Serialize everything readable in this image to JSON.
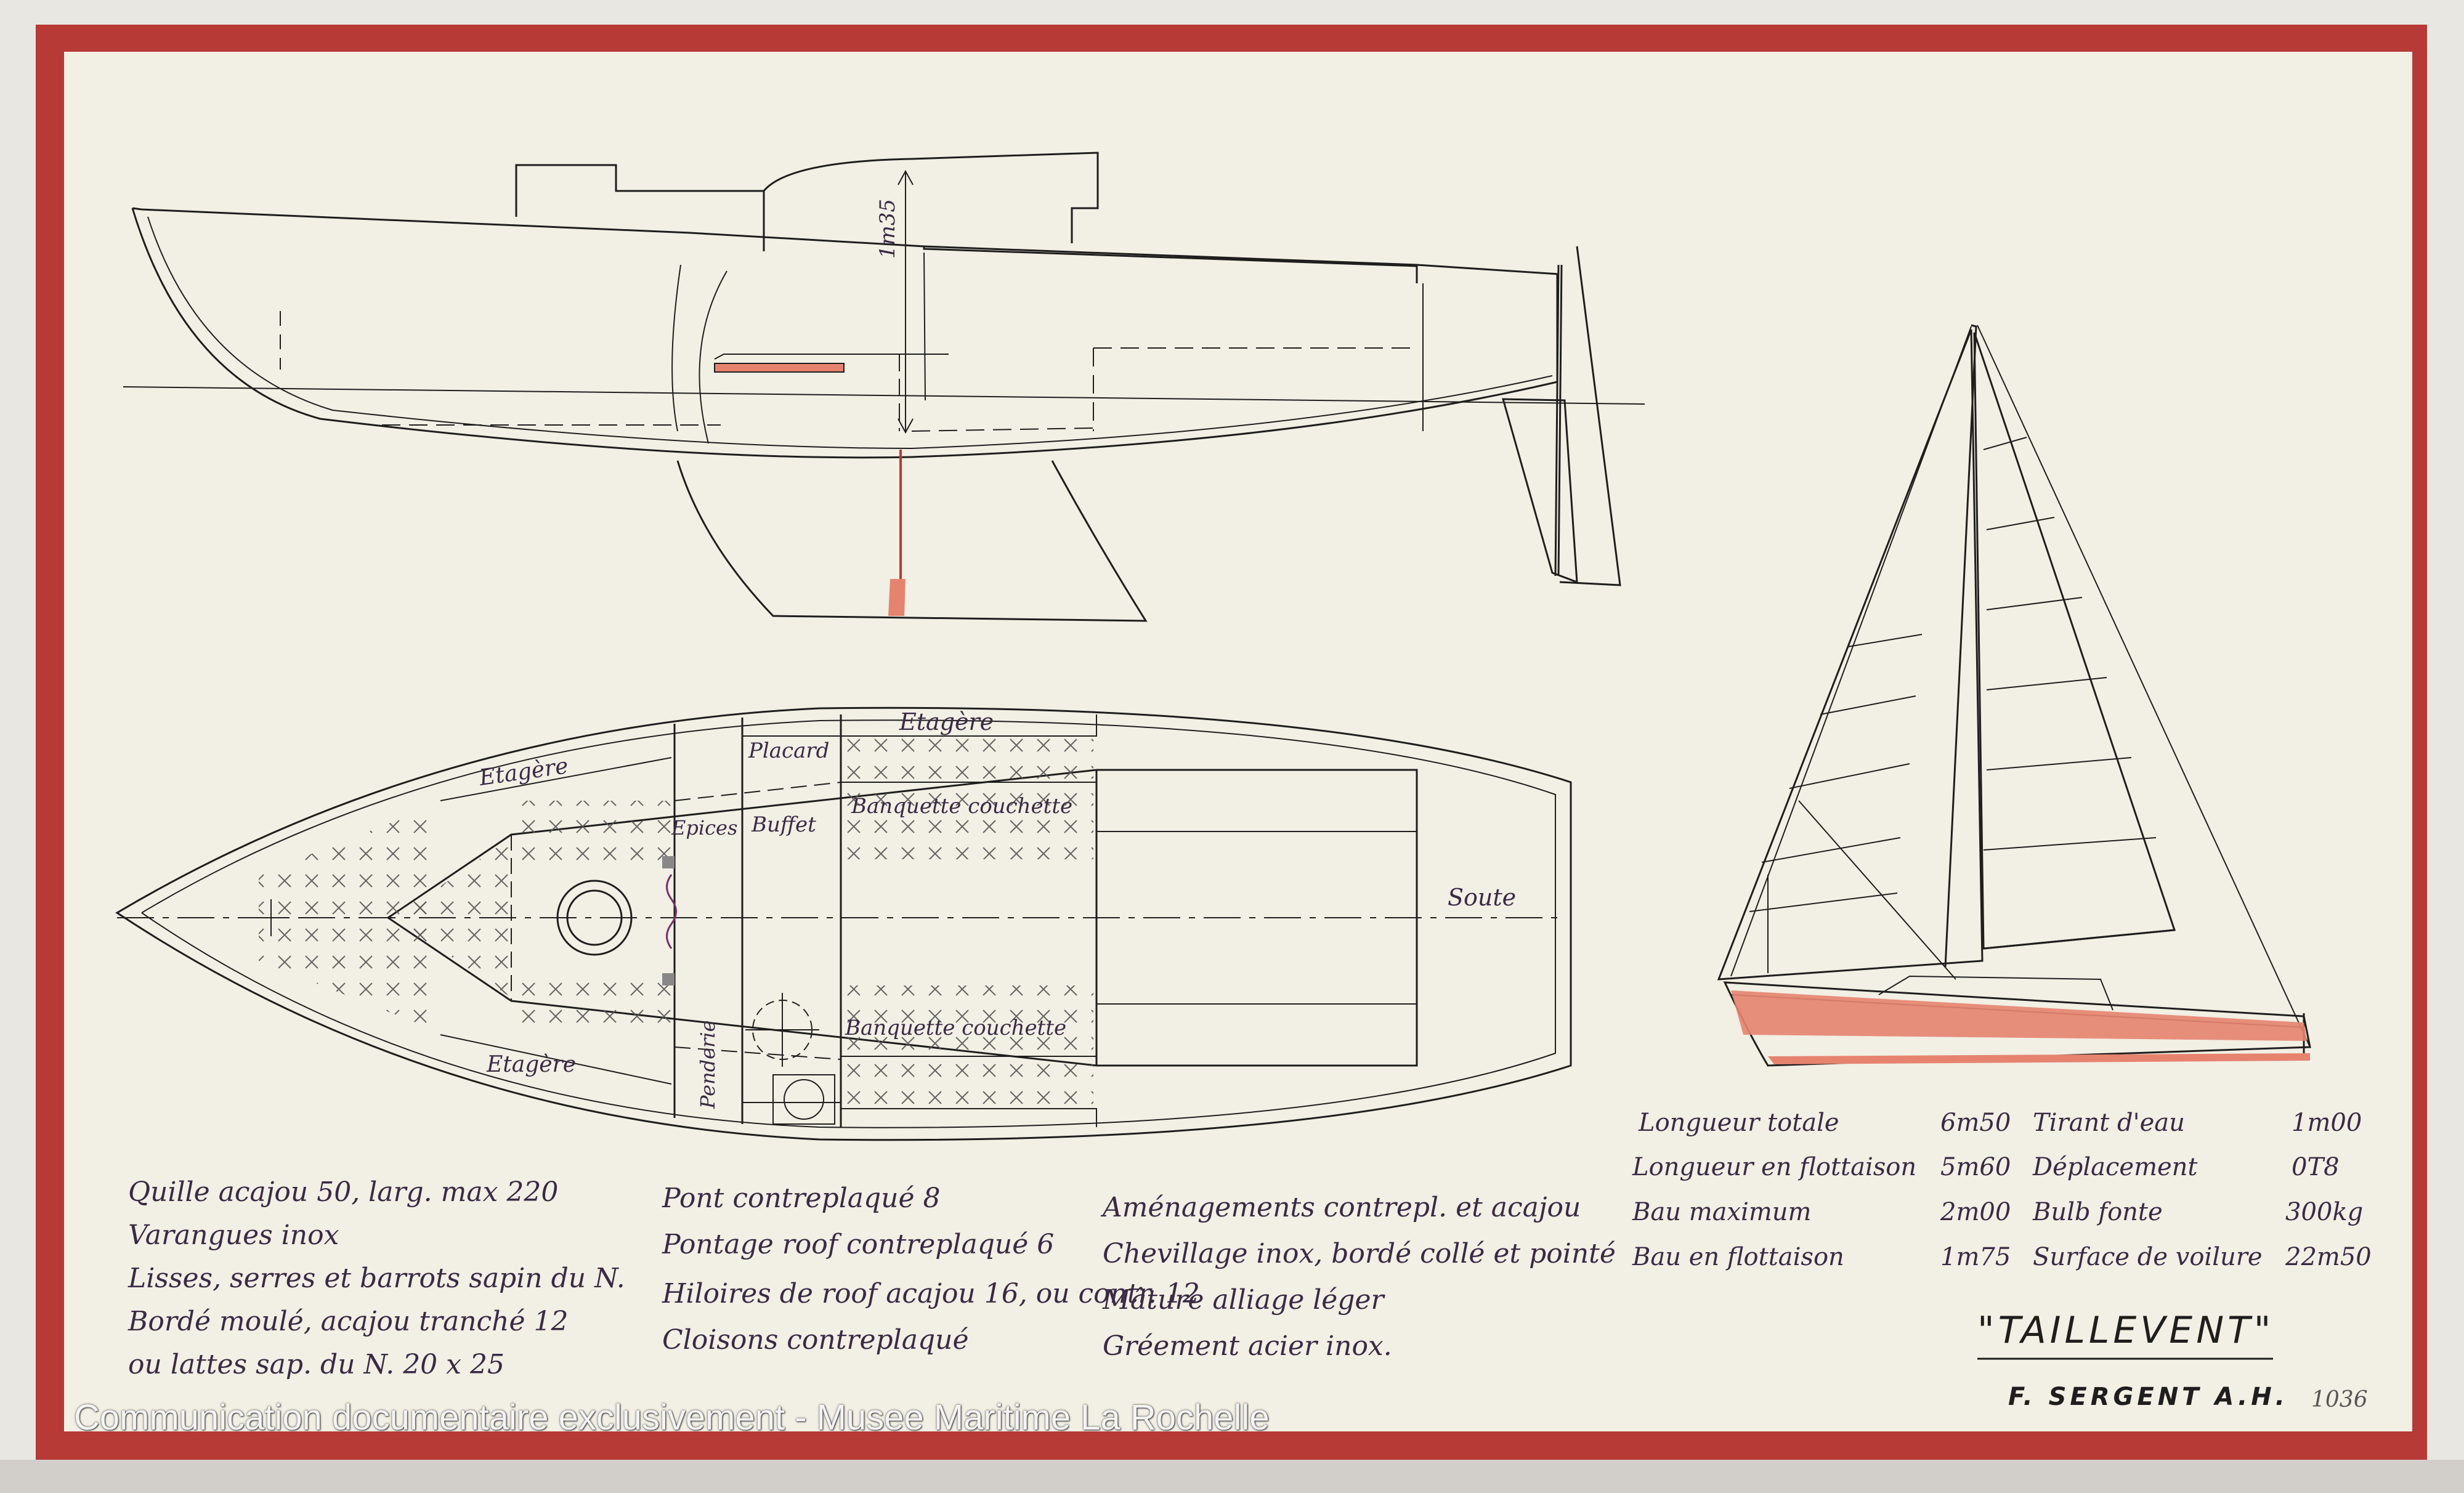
{
  "profile": {
    "height_dim": "1m35"
  },
  "plan_labels": {
    "etagere_top": "Etagère",
    "placard": "Placard",
    "etagere_left_top": "Etagère",
    "epices": "Epices",
    "buffet": "Buffet",
    "banquette_top": "Banquette couchette",
    "soute": "Soute",
    "banquette_bottom": "Banquette couchette",
    "penderie": "Penderie",
    "etagere_left_bottom": "Etagère"
  },
  "notes": {
    "col1": [
      "Quille acajou 50, larg. max 220",
      "Varangues inox",
      "Lisses, serres et barrots sapin du N.",
      "Bordé moulé, acajou tranché 12",
      "ou lattes sap. du N. 20 x 25"
    ],
    "col2": [
      "Pont contreplaqué 8",
      "Pontage roof contreplaqué 6",
      "Hiloires de roof acajou 16, ou contr. 12",
      "Cloisons contreplaqué"
    ],
    "col3": [
      "Aménagements contrepl. et acajou",
      "Chevillage inox, bordé collé et pointé",
      "Mâture alliage léger",
      "Gréement acier inox."
    ]
  },
  "specs": {
    "left": [
      {
        "label": "Longueur totale",
        "value": "6m50"
      },
      {
        "label": "Longueur en flottaison",
        "value": "5m60"
      },
      {
        "label": "Bau maximum",
        "value": "2m00"
      },
      {
        "label": "Bau en flottaison",
        "value": "1m75"
      }
    ],
    "right": [
      {
        "label": "Tirant d'eau",
        "value": "1m00"
      },
      {
        "label": "Déplacement",
        "value": "0T8"
      },
      {
        "label": "Bulb fonte",
        "value": "300kg"
      },
      {
        "label": "Surface de voilure",
        "value": "22m50"
      }
    ]
  },
  "boat_name": "\"TAILLEVENT\"",
  "designer": "F. SERGENT A.H.",
  "sheet_number": "1036",
  "watermark": "Communication documentaire exclusivement - Musee Maritime La Rochelle",
  "colors": {
    "frame": "#b73a36",
    "paper": "#f2efe4",
    "ink": "#1e1e1e",
    "pink_fill": "#e6836f"
  }
}
